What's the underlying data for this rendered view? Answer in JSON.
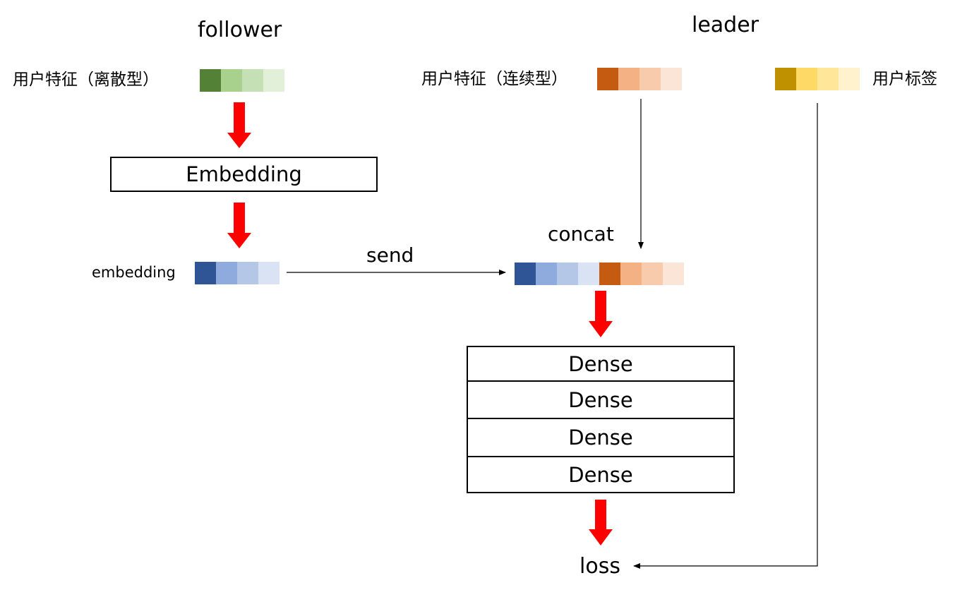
{
  "parties": {
    "follower": "follower",
    "leader": "leader"
  },
  "inputs": {
    "follower_feature": "用户特征（离散型）",
    "leader_feature": "用户特征（连续型）",
    "leader_label": "用户标签"
  },
  "nodes": {
    "embedding_layer": "Embedding",
    "embedding_output": "embedding",
    "send": "send",
    "concat": "concat",
    "dense_layers": [
      "Dense",
      "Dense",
      "Dense",
      "Dense"
    ],
    "loss": "loss"
  },
  "colors": {
    "green": [
      "#538135",
      "#a9d18e",
      "#c5e0b4",
      "#e2f0d9"
    ],
    "orange": [
      "#c55a11",
      "#f4b183",
      "#f8cbad",
      "#fbe5d6"
    ],
    "gold": [
      "#bf9000",
      "#ffd966",
      "#ffe699",
      "#fff2cc"
    ],
    "blue": [
      "#2f5597",
      "#8faadc",
      "#b4c7e7",
      "#dae3f3"
    ],
    "flow_arrow": "#ff0000",
    "line": "#000000"
  }
}
